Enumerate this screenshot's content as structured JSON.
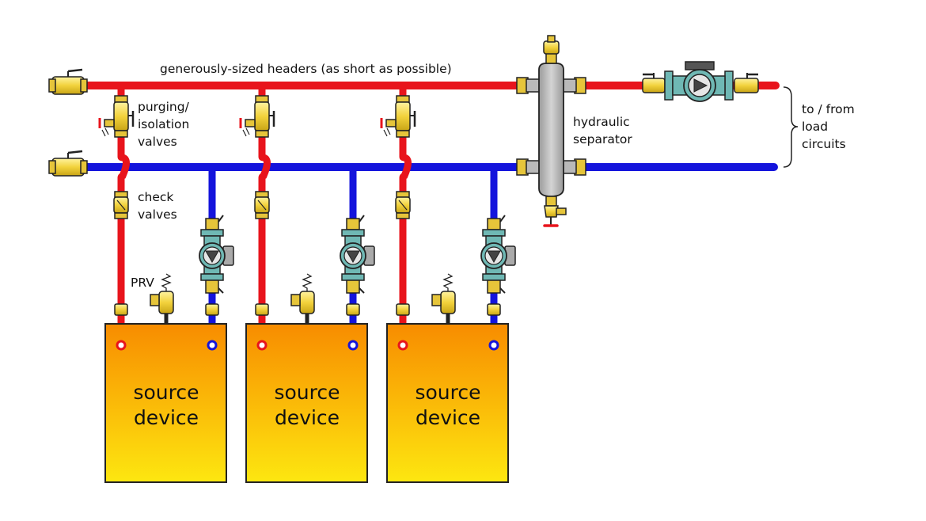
{
  "labels": {
    "headers": "generously-sized headers (as short as possible)",
    "purging": "purging/\nisolation\nvalves",
    "check": "check\nvalves",
    "prv": "PRV",
    "separator": "hydraulic\nseparator",
    "load": "to / from\nload\ncircuits"
  },
  "sources": [
    {
      "label": "source\ndevice"
    },
    {
      "label": "source\ndevice"
    },
    {
      "label": "source\ndevice"
    }
  ],
  "colors": {
    "supply": "#e8141c",
    "return": "#1414dc",
    "brass": "#f2d23c",
    "pump_body": "#6fb8b4",
    "separator": "#b9b9b9",
    "source_top": "#f88c00",
    "source_bottom": "#fde710"
  }
}
